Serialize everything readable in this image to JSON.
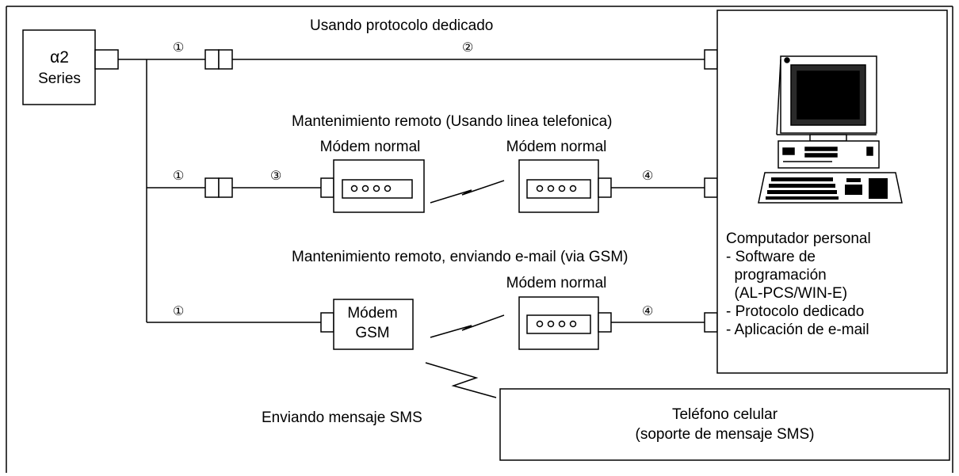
{
  "plc": {
    "line1": "α2",
    "line2": "Series"
  },
  "routes": {
    "dedicated": "Usando protocolo dedicado",
    "remote_phone": "Mantenimiento remoto (Usando linea telefonica)",
    "remote_gsm": "Mantenimiento remoto, enviando e-mail (via GSM)",
    "sms": "Enviando mensaje SMS"
  },
  "modems": {
    "normal_label": "Módem normal",
    "gsm_line1": "Módem",
    "gsm_line2": "GSM"
  },
  "cable_numbers": {
    "n1": "①",
    "n2": "②",
    "n3": "③",
    "n4": "④"
  },
  "pc": {
    "title": "Computador personal",
    "items": [
      "- Software de",
      "  programación",
      "  (AL-PCS/WIN-E)",
      "- Protocolo dedicado",
      "- Aplicación de e-mail"
    ]
  },
  "phone": {
    "line1": "Teléfono celular",
    "line2": "(soporte de mensaje SMS)"
  },
  "colors": {
    "line": "#000000",
    "background": "#ffffff"
  }
}
